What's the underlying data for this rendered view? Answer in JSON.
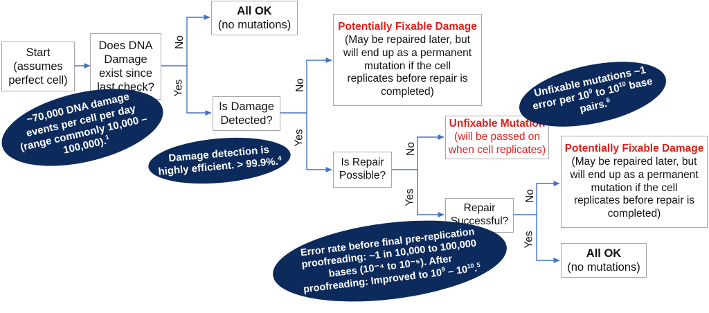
{
  "nodes": {
    "start": {
      "lines": [
        "Start",
        "(assumes",
        "perfect cell)"
      ]
    },
    "q_damage_exist": {
      "lines": [
        "Does DNA",
        "Damage",
        "exist since",
        "last check?"
      ]
    },
    "all_ok_top": {
      "title": "All OK",
      "sub": "(no mutations)"
    },
    "q_detected": {
      "lines": [
        "Is Damage",
        "Detected?"
      ]
    },
    "fixable_top": {
      "title": "Potentially Fixable Damage",
      "lines": [
        "(May be repaired later, but",
        "will end up as a permanent",
        "mutation if the cell",
        "replicates before repair is",
        "completed)"
      ]
    },
    "q_repair_possible": {
      "lines": [
        "Is Repair",
        "Possible?"
      ]
    },
    "unfixable": {
      "title": "Unfixable Mutation",
      "lines": [
        "(will be passed on",
        "when cell replicates)"
      ]
    },
    "q_repair_successful": {
      "lines": [
        "Repair",
        "Successful?"
      ]
    },
    "fixable_bottom": {
      "title": "Potentially Fixable Damage",
      "lines": [
        "(May be repaired later, but",
        "will end up as a permanent",
        "mutation if the cell",
        "replicates before repair is",
        "completed)"
      ]
    },
    "all_ok_bottom": {
      "title": "All OK",
      "sub": "(no mutations)"
    }
  },
  "edge_labels": {
    "no_1": "No",
    "yes_1": "Yes",
    "no_2": "No",
    "yes_2": "Yes",
    "no_3": "No",
    "yes_3": "Yes",
    "no_4": "No",
    "yes_4": "Yes"
  },
  "notes": {
    "damage_events": {
      "lines": [
        "~70,000 DNA damage",
        "events per cell per day",
        "(range commonly 10,000 –"
      ],
      "last": "100,000).",
      "sup": "1"
    },
    "detection": {
      "line1": "Damage detection is",
      "line2": "highly efficient.  > 99.9%.",
      "sup": "4"
    },
    "unfixable_rate": {
      "line1": "Unfixable mutations ~1",
      "line2_a": "error per 10",
      "sup_a": "9",
      "line2_b": " to 10",
      "sup_b": "10",
      "line2_c": " base",
      "line3": "pairs.",
      "sup_c": "6"
    },
    "error_rate": {
      "line1": "Error rate before final pre-replication",
      "line2": "proofreading: ~1 in 10,000 to 100,000",
      "line3": "bases (10⁻⁴ to 10⁻⁵). After",
      "line4_a": "proofreading: Improved to 10",
      "sup_a": "9",
      "line4_b": " – 10",
      "sup_b": "10",
      "line4_c": ".",
      "sup_c": "5"
    }
  },
  "colors": {
    "arrow": "#4472c4",
    "ellipse": "#0d2a5c",
    "red_text": "#e0201c",
    "box_border": "#a6a6a6"
  }
}
